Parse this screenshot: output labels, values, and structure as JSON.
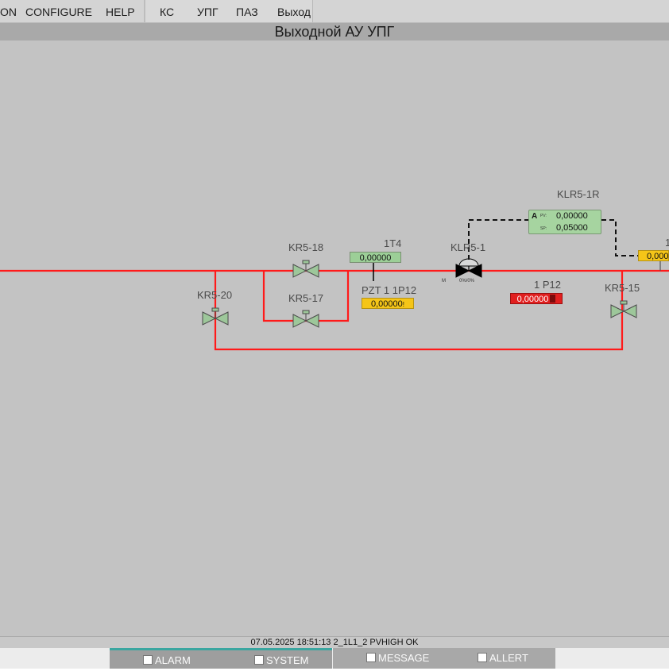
{
  "menu": {
    "items": [
      "ON",
      "CONFIGURE",
      "HELP"
    ],
    "nav": [
      "КС",
      "УПГ",
      "ПАЗ",
      "Выход"
    ]
  },
  "title": "Выходной АУ УПГ",
  "valves": {
    "kr5_18": "KR5-18",
    "kr5_17": "KR5-17",
    "kr5_20": "KR5-20",
    "kr5_15": "KR5-15",
    "klr5_1": "KLR5-1",
    "klr5_1_mode": "M",
    "klr5_1_position": "0%/0%"
  },
  "instruments": {
    "t4_label": "1T4",
    "t4_value": "0,00000",
    "pzt_label": "PZT 1 1P12",
    "pzt_value": "0,00000",
    "p12_label": "1 P12",
    "p12_value": "0,00000",
    "right_label": "1",
    "right_value": "0,000"
  },
  "controller": {
    "tag": "KLR5-1R",
    "mode": "A",
    "pv_label": "PV:",
    "pv_value": "0,00000",
    "sp_label": "SP:",
    "sp_value": "0,05000"
  },
  "status_text": "07.05.2025 18:51:13  2_1L1_2 PVHIGH OK",
  "tabs": [
    "ALARM",
    "SYSTEM",
    "MESSAGE",
    "ALLERT"
  ],
  "colors": {
    "process_line": "#ff1a1a",
    "valve_fill": "#9dc79a",
    "canvas": "#c3c3c3",
    "active_tab_accent": "#3aa6a0"
  }
}
